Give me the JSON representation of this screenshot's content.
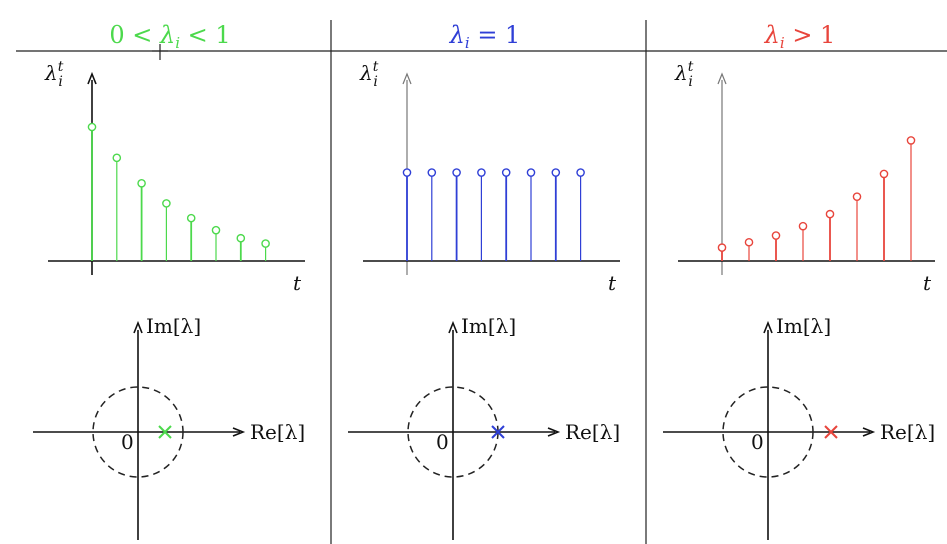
{
  "panels": [
    {
      "id": "contracting",
      "title": "0 < λi < 1",
      "title_parts": [
        "0 < ",
        "λ",
        "i",
        " < 1"
      ],
      "color": "#4cd94c",
      "stem_heights": [
        1.0,
        0.77,
        0.58,
        0.43,
        0.32,
        0.23,
        0.17,
        0.13
      ],
      "eigenvalue_re": 0.6
    },
    {
      "id": "unit",
      "title": "λi = 1",
      "title_parts": [
        "",
        "λ",
        "i",
        " = 1"
      ],
      "color": "#2f3fd6",
      "stem_heights": [
        0.66,
        0.66,
        0.66,
        0.66,
        0.66,
        0.66,
        0.66,
        0.66
      ],
      "eigenvalue_re": 1.0
    },
    {
      "id": "expanding",
      "title": "λi > 1",
      "title_parts": [
        "",
        "λ",
        "i",
        " > 1"
      ],
      "color": "#e8453c",
      "stem_heights": [
        0.1,
        0.14,
        0.19,
        0.26,
        0.35,
        0.48,
        0.65,
        0.9
      ],
      "eigenvalue_re": 1.4
    }
  ],
  "labels": {
    "y_axis": "λ",
    "y_sup": "t",
    "y_sub": "i",
    "x_axis": "t",
    "imag_axis": "Im[λ]",
    "real_axis": "Re[λ]",
    "origin": "0"
  }
}
